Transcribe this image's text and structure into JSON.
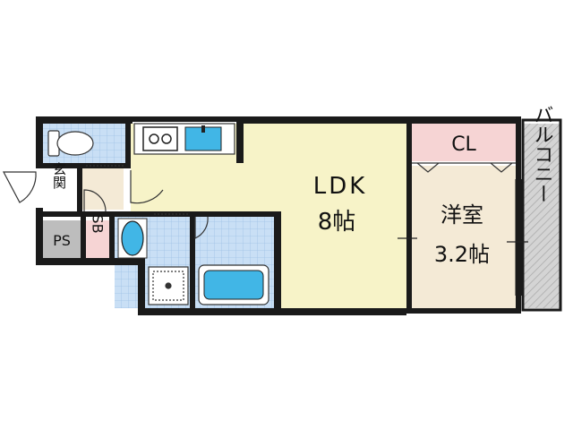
{
  "rooms": {
    "ldk": {
      "name": "LDK",
      "size": "8帖"
    },
    "western": {
      "name": "洋室",
      "size": "3.2帖"
    },
    "closet": "CL",
    "balcony": "バルコニー",
    "entrance": "玄関",
    "pipe_space": "PS",
    "shoe_box": "SB"
  },
  "colors": {
    "wall": "#1a1a1a",
    "ldk_floor": "#f7f3c8",
    "room_floor": "#f4ead6",
    "closet_floor": "#f6d4d4",
    "tile": "#c9dff5",
    "fixture": "#41b6e6",
    "balcony": "#cfcfcf",
    "pipe_space": "#bdbdbd"
  }
}
